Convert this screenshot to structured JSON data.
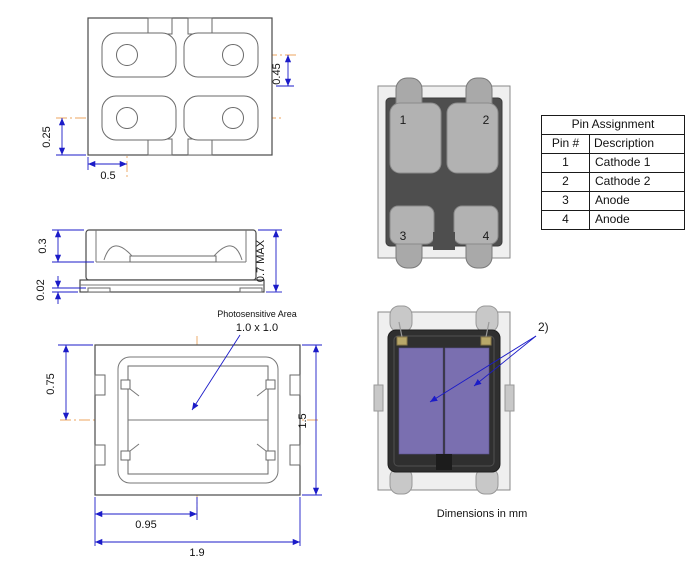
{
  "colors": {
    "dimension_blue": "#1b1bc8",
    "centerline_orange": "#eda55f",
    "outline_gray": "#4a4a4a",
    "package_gray": "#b2b2b2",
    "cavity_dark": "#2f2f2f",
    "photosensitive_purple": "#7a6fb0"
  },
  "top_view": {
    "dim_right": "0.45",
    "dim_left": "0.25",
    "dim_bottom": "0.5"
  },
  "side_view": {
    "dim_lid": "0.3",
    "dim_base": "0.02",
    "dim_height": "0.7 MAX"
  },
  "bottom_view": {
    "label_line1": "Photosensitive Area",
    "label_line2": "1.0 x 1.0",
    "dim_left": "0.75",
    "dim_right": "1.5",
    "dim_bottom_half": "0.95",
    "dim_bottom_full": "1.9"
  },
  "package_top_view": {
    "pin_labels": [
      "1",
      "2",
      "3",
      "4"
    ]
  },
  "package_bottom_view": {
    "callout": "2)"
  },
  "pin_table": {
    "title": "Pin Assignment",
    "headers": [
      "Pin #",
      "Description"
    ],
    "rows": [
      {
        "pin": "1",
        "description": "Cathode 1"
      },
      {
        "pin": "2",
        "description": "Cathode 2"
      },
      {
        "pin": "3",
        "description": "Anode"
      },
      {
        "pin": "4",
        "description": "Anode"
      }
    ]
  },
  "footer": {
    "note": "Dimensions in mm"
  }
}
